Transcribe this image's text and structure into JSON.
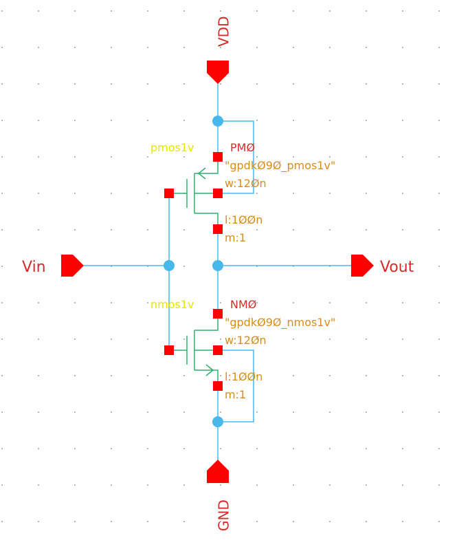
{
  "pins": {
    "vdd": "VDD",
    "gnd": "GND",
    "vin": "Vin",
    "vout": "Vout"
  },
  "pmos": {
    "cell": "pmos1v",
    "instance": "PMØ",
    "model": "\"gpdkØ9Ø_pmos1v\"",
    "width": "w:12Øn",
    "length": "l:1ØØn",
    "multiplier": "m:1"
  },
  "nmos": {
    "cell": "nmos1v",
    "instance": "NMØ",
    "model": "\"gpdkØ9Ø_nmos1v\"",
    "width": "w:12Øn",
    "length": "l:1ØØn",
    "multiplier": "m:1"
  },
  "colors": {
    "wire": "#47b8ea",
    "pin": "#ff0000",
    "device": "#2eaf6e",
    "cell_label": "#e6e600",
    "param_label": "#d98c1a",
    "pin_label": "#d42a2a",
    "grid": "#9aa0a8",
    "background": "#ffffff"
  }
}
